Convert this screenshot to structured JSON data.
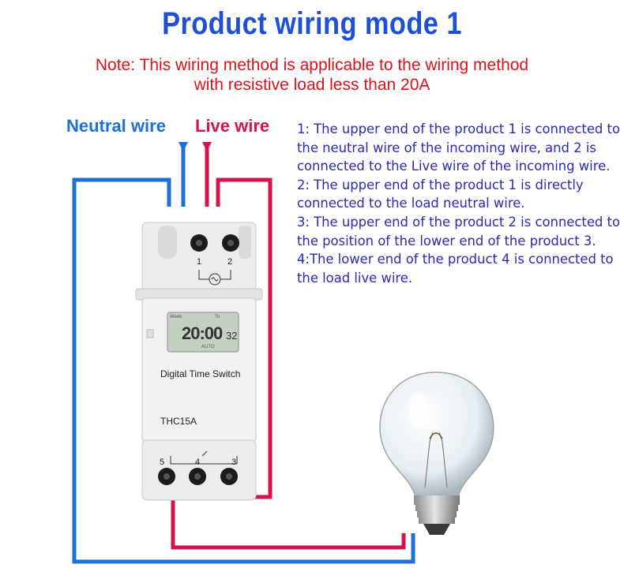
{
  "title": "Product wiring mode 1",
  "note": {
    "line1": "Note: This wiring method is applicable to the wiring method",
    "line2": "with resistive load less than 20A"
  },
  "labels": {
    "neutral": "Neutral wire",
    "live": "Live wire"
  },
  "steps": [
    "1: The upper end of the product 1 is connected to the neutral wire of the incoming wire, and 2 is connected to the Live wire of the incoming wire.",
    "2: The upper end of the product 1 is directly connected to the load neutral wire.",
    "3: The upper end of the product 2 is connected to the position of the lower end of the product 3.",
    "4:The lower end of the product 4 is connected to the load live wire."
  ],
  "device": {
    "name": "Digital Time Switch",
    "model": "THC15A",
    "lcd": {
      "week": "Week",
      "to": "To",
      "time": "20:00",
      "seconds": "32",
      "mode": "AUTO"
    },
    "terminals_top": [
      "1",
      "2"
    ],
    "terminals_bottom": [
      "5",
      "4",
      "3"
    ]
  },
  "colors": {
    "title": "#1e4fd6",
    "note": "#e0101a",
    "neutral_wire": "#1e6fd6",
    "live_wire": "#d4134a",
    "steps_text": "#2b2ab0"
  },
  "icons": [
    "light-bulb-icon",
    "ac-source-icon"
  ]
}
